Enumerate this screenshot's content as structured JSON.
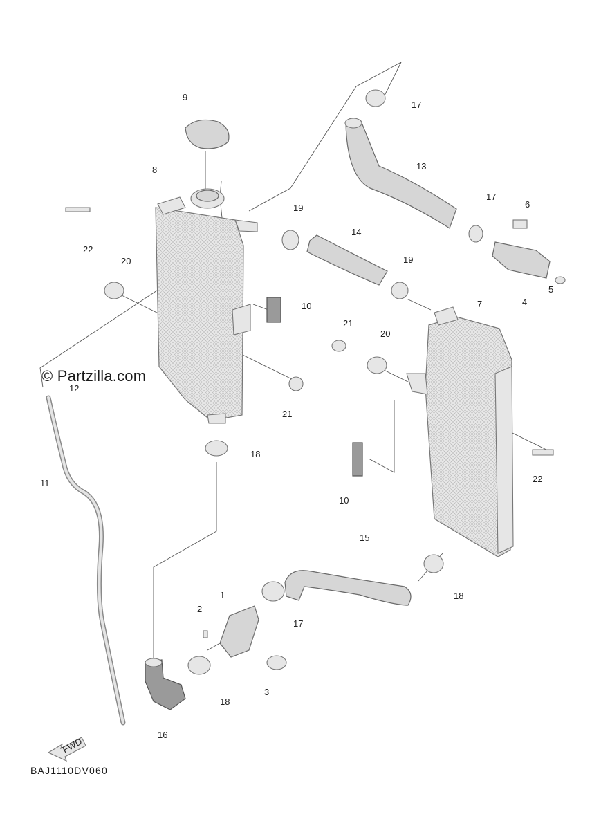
{
  "watermark": "© Partzilla.com",
  "diagram_code": "BAJ1110DV060",
  "fwd_label": "FWD",
  "callouts": {
    "c1": "1",
    "c2": "2",
    "c3": "3",
    "c4": "4",
    "c5": "5",
    "c6": "6",
    "c7": "7",
    "c8": "8",
    "c9": "9",
    "c10a": "10",
    "c10b": "10",
    "c11": "11",
    "c12": "12",
    "c13": "13",
    "c14": "14",
    "c15": "15",
    "c16": "16",
    "c17a": "17",
    "c17b": "17",
    "c17c": "17",
    "c18a": "18",
    "c18b": "18",
    "c18c": "18",
    "c19a": "19",
    "c19b": "19",
    "c20a": "20",
    "c20b": "20",
    "c21a": "21",
    "c21b": "21",
    "c22a": "22",
    "c22b": "22"
  }
}
